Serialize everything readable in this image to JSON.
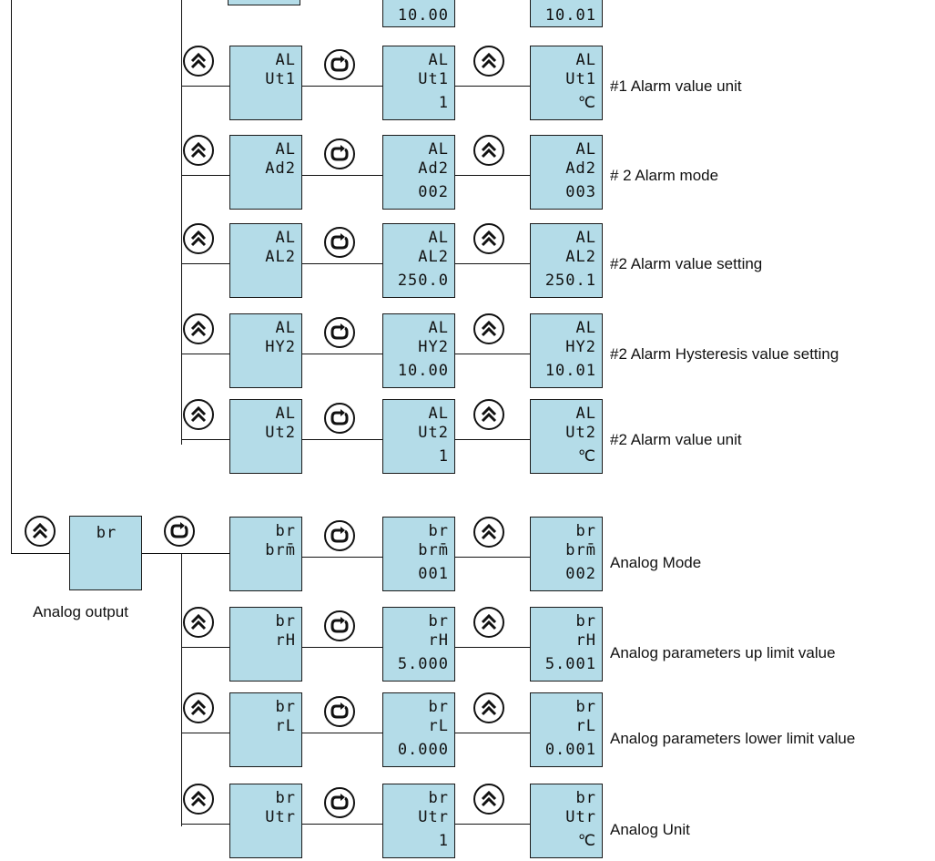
{
  "top_partial": {
    "col2_bottom": "10.00",
    "col3_bottom": "10.01"
  },
  "alarm_rows": [
    {
      "code1": "AL",
      "code2": "Ut1",
      "mid_value": "1",
      "end_value": "℃",
      "label": "#1 Alarm value unit"
    },
    {
      "code1": "AL",
      "code2": "Ad2",
      "mid_value": "002",
      "end_value": "003",
      "label": "# 2 Alarm mode"
    },
    {
      "code1": "AL",
      "code2": "AL2",
      "mid_value": "250.0",
      "end_value": "250.1",
      "label": "#2 Alarm value setting"
    },
    {
      "code1": "AL",
      "code2": "HY2",
      "mid_value": "10.00",
      "end_value": "10.01",
      "label": "#2 Alarm Hysteresis value setting"
    },
    {
      "code1": "AL",
      "code2": "Ut2",
      "mid_value": "1",
      "end_value": "℃",
      "label": "#2 Alarm value unit"
    }
  ],
  "analog_menu": {
    "code": "br",
    "caption": "Analog output"
  },
  "analog_rows": [
    {
      "code1": "br",
      "code2": "brm̄",
      "mid_value": "001",
      "end_value": "002",
      "label": "Analog Mode"
    },
    {
      "code1": "br",
      "code2": "rH",
      "mid_value": "5.000",
      "end_value": "5.001",
      "label": "Analog parameters up limit value"
    },
    {
      "code1": "br",
      "code2": "rL",
      "mid_value": "0.000",
      "end_value": "0.001",
      "label": "Analog parameters lower limit value"
    },
    {
      "code1": "br",
      "code2": "Utr",
      "mid_value": "1",
      "end_value": "℃",
      "label": "Analog Unit"
    }
  ],
  "icons": {
    "up": "double-chevron-up-icon",
    "enter": "rotate-arrow-icon"
  }
}
